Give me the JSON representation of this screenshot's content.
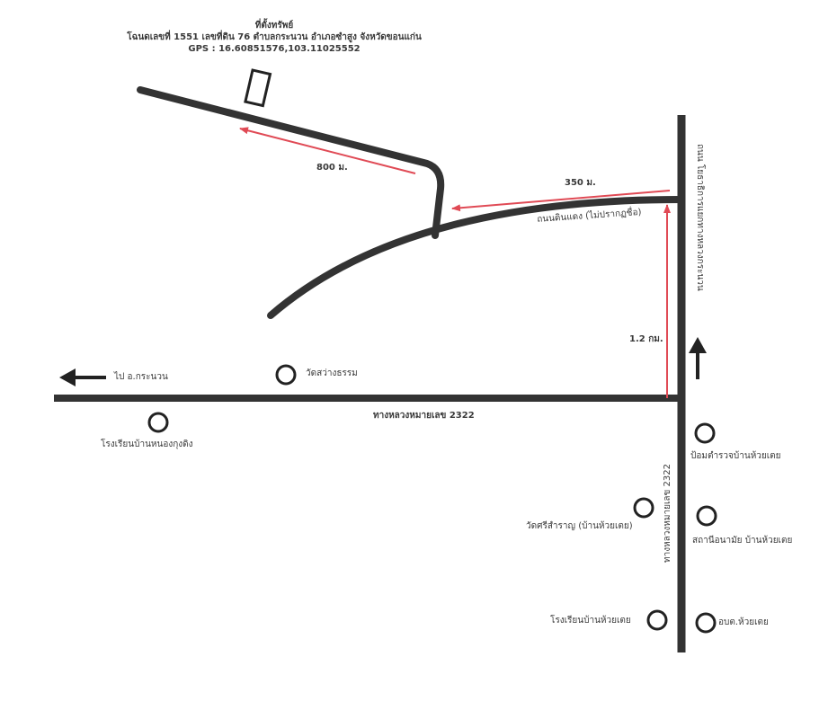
{
  "header": {
    "title": "ที่ตั้งทรัพย์",
    "deed": "โฉนดเลขที่ 1551 เลขที่ดิน 76 ตำบลกระนวน อำเภอซำสูง จังหวัดขอนแก่น",
    "gps": "GPS : 16.60851576,103.11025552"
  },
  "distances": {
    "d800": "800 ม.",
    "d350": "350 ม.",
    "d12": "1.2 กม."
  },
  "roads": {
    "dirt_road": "ถนนดินแดง (ไม่ปรากฏชื่อ)",
    "highway_h": "ทางหลวงหมายเลข 2322",
    "highway_v": "ทางหลวงหมายเลข 2322",
    "rural_road": "ถนน โยธาธิการแยกทางหลวงกระนวน"
  },
  "directions": {
    "to_kranuan": "ไป อ.กระนวน"
  },
  "landmarks": {
    "wat_sawang": "วัดสว่างธรรม",
    "school_nong": "โรงเรียนบ้านหนองกุงดิง",
    "police": "ป้อมตำรวจบ้านห้วยเตย",
    "wat_si": "วัดศรีสำราญ (บ้านห้วยเตย)",
    "health": "สถานีอนามัย บ้านห้วยเตย",
    "school_huai": "โรงเรียนบ้านห้วยเตย",
    "obt": "อบต.ห้วยเตย"
  },
  "colors": {
    "road": "#333333",
    "route_arrow": "#e04a55",
    "background": "#ffffff"
  }
}
